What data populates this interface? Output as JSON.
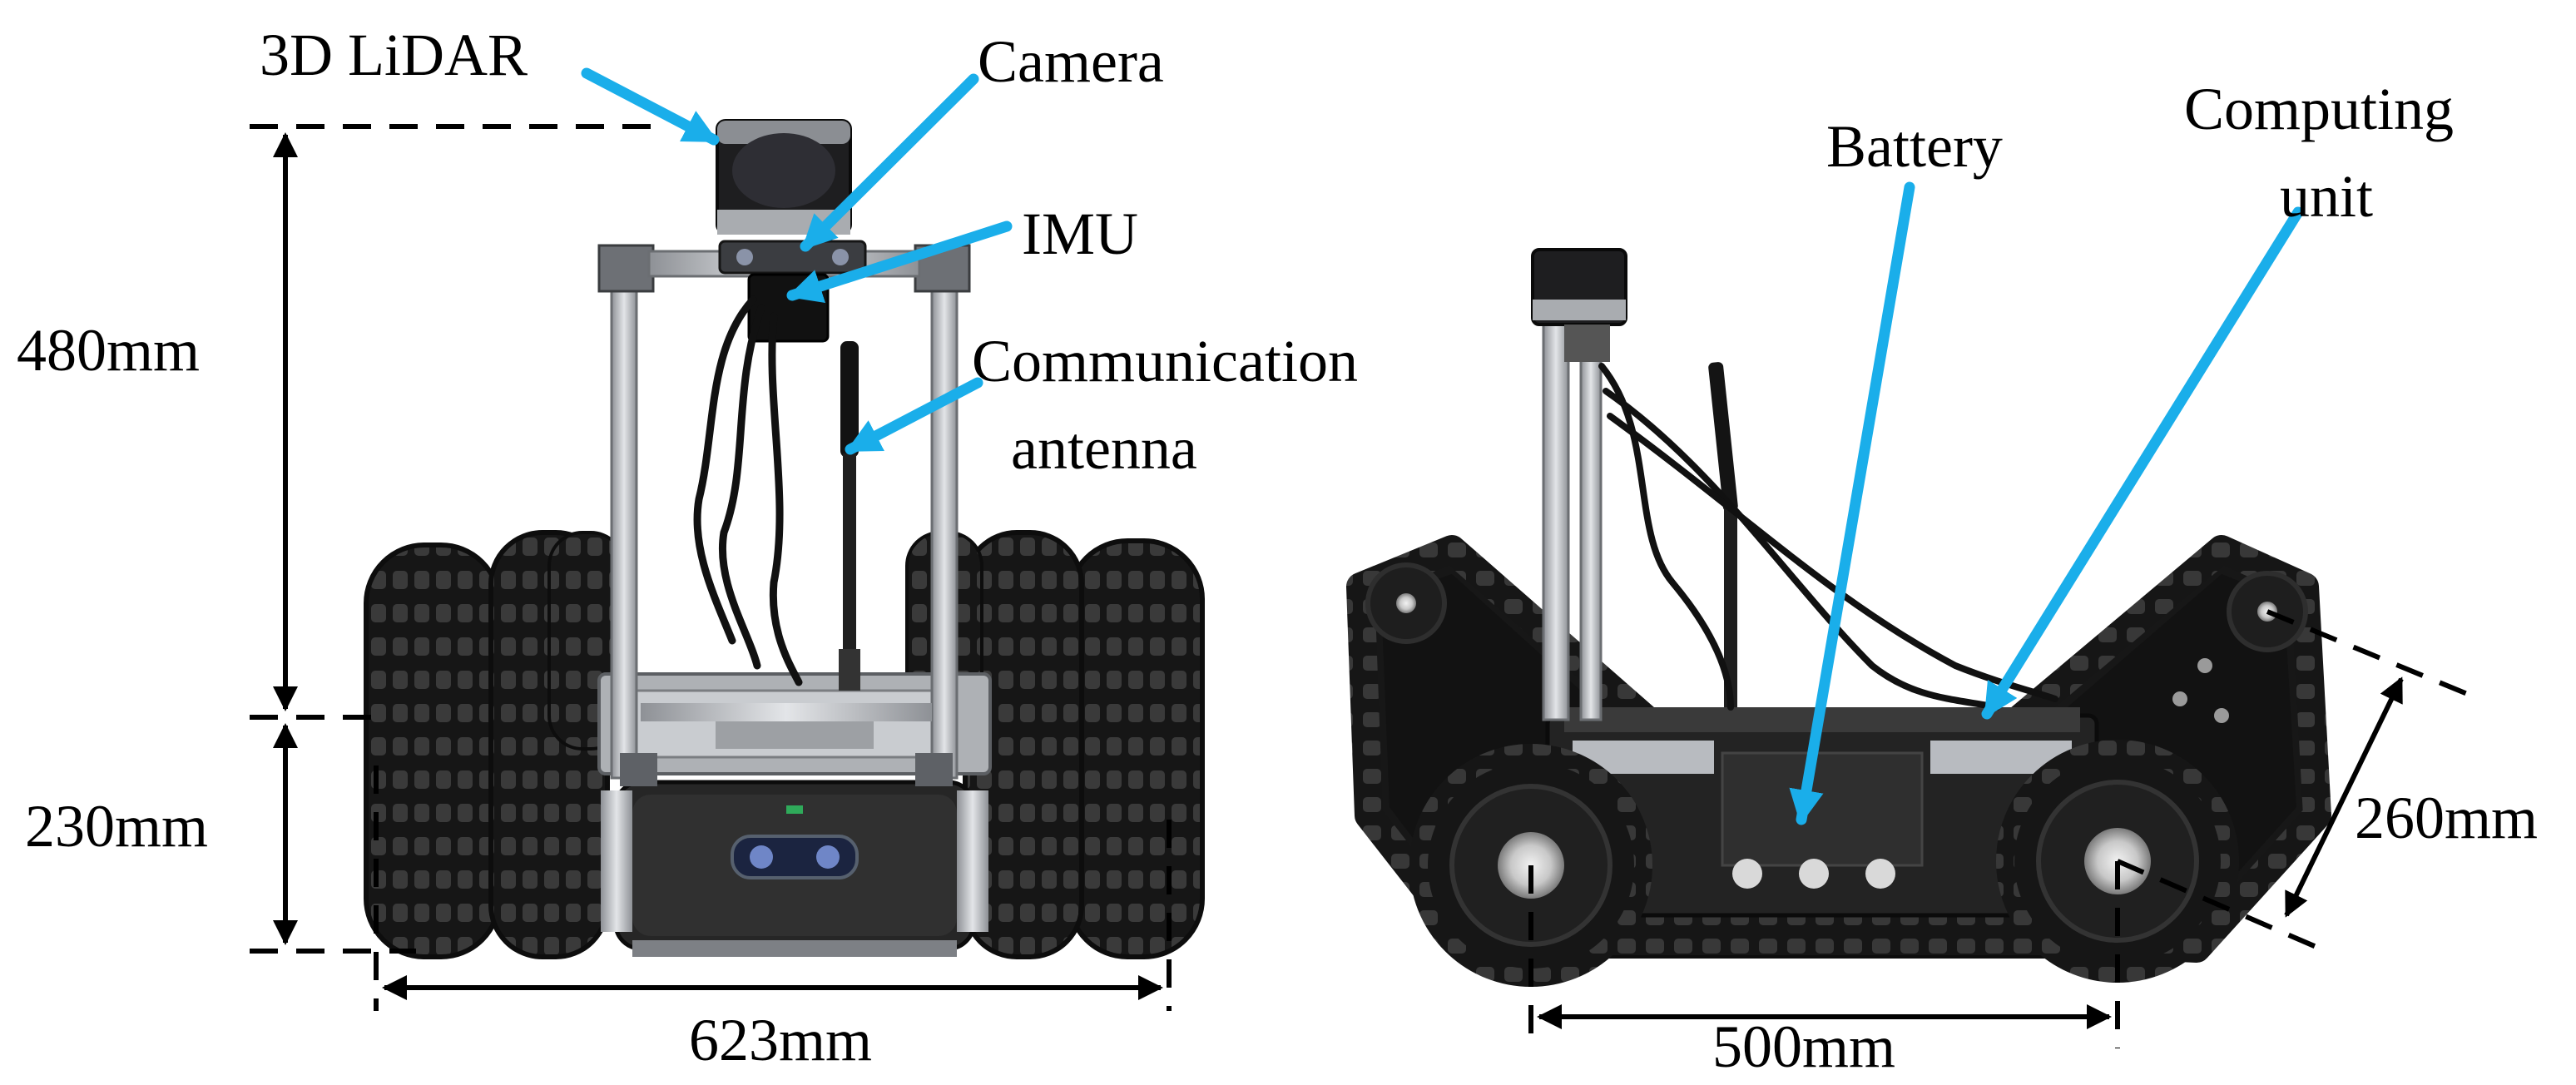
{
  "front_view": {
    "labels": {
      "lidar": "3D LiDAR",
      "camera": "Camera",
      "imu": "IMU",
      "antenna_line1": "Communication",
      "antenna_line2": "antenna"
    },
    "dimensions": {
      "height_upper": "480mm",
      "height_lower": "230mm",
      "width": "623mm"
    }
  },
  "side_view": {
    "labels": {
      "battery": "Battery",
      "computing_line1": "Computing",
      "computing_line2": "unit"
    },
    "dimensions": {
      "wheelbase": "500mm",
      "track_diagonal": "260mm"
    }
  },
  "colors": {
    "callout_arrow": "#1aaeea",
    "dimension_line": "#000000",
    "track": "#1b1b1b",
    "frame": "#b9bcc0",
    "body": "#2a2a2a"
  }
}
